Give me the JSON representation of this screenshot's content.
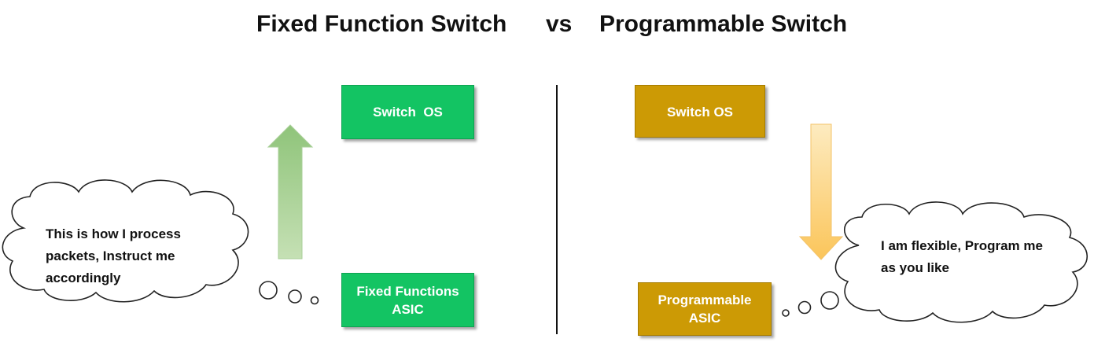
{
  "title": {
    "left": "Fixed Function Switch",
    "vs": "vs",
    "right": "Programmable Switch"
  },
  "fixed": {
    "os_label": "Switch  OS",
    "asic_label_line1": "Fixed Functions",
    "asic_label_line2": "ASIC",
    "thought": "This is how I process packets, Instruct me accordingly",
    "arrow_direction": "up",
    "box_color": "#13c463",
    "arrow_color": "#9ed08c"
  },
  "programmable": {
    "os_label": "Switch OS",
    "asic_label_line1": "Programmable",
    "asic_label_line2": "ASIC",
    "thought": "I am flexible, Program me as you like",
    "arrow_direction": "down",
    "box_color": "#cc9a05",
    "arrow_color": "#fcd27e"
  }
}
